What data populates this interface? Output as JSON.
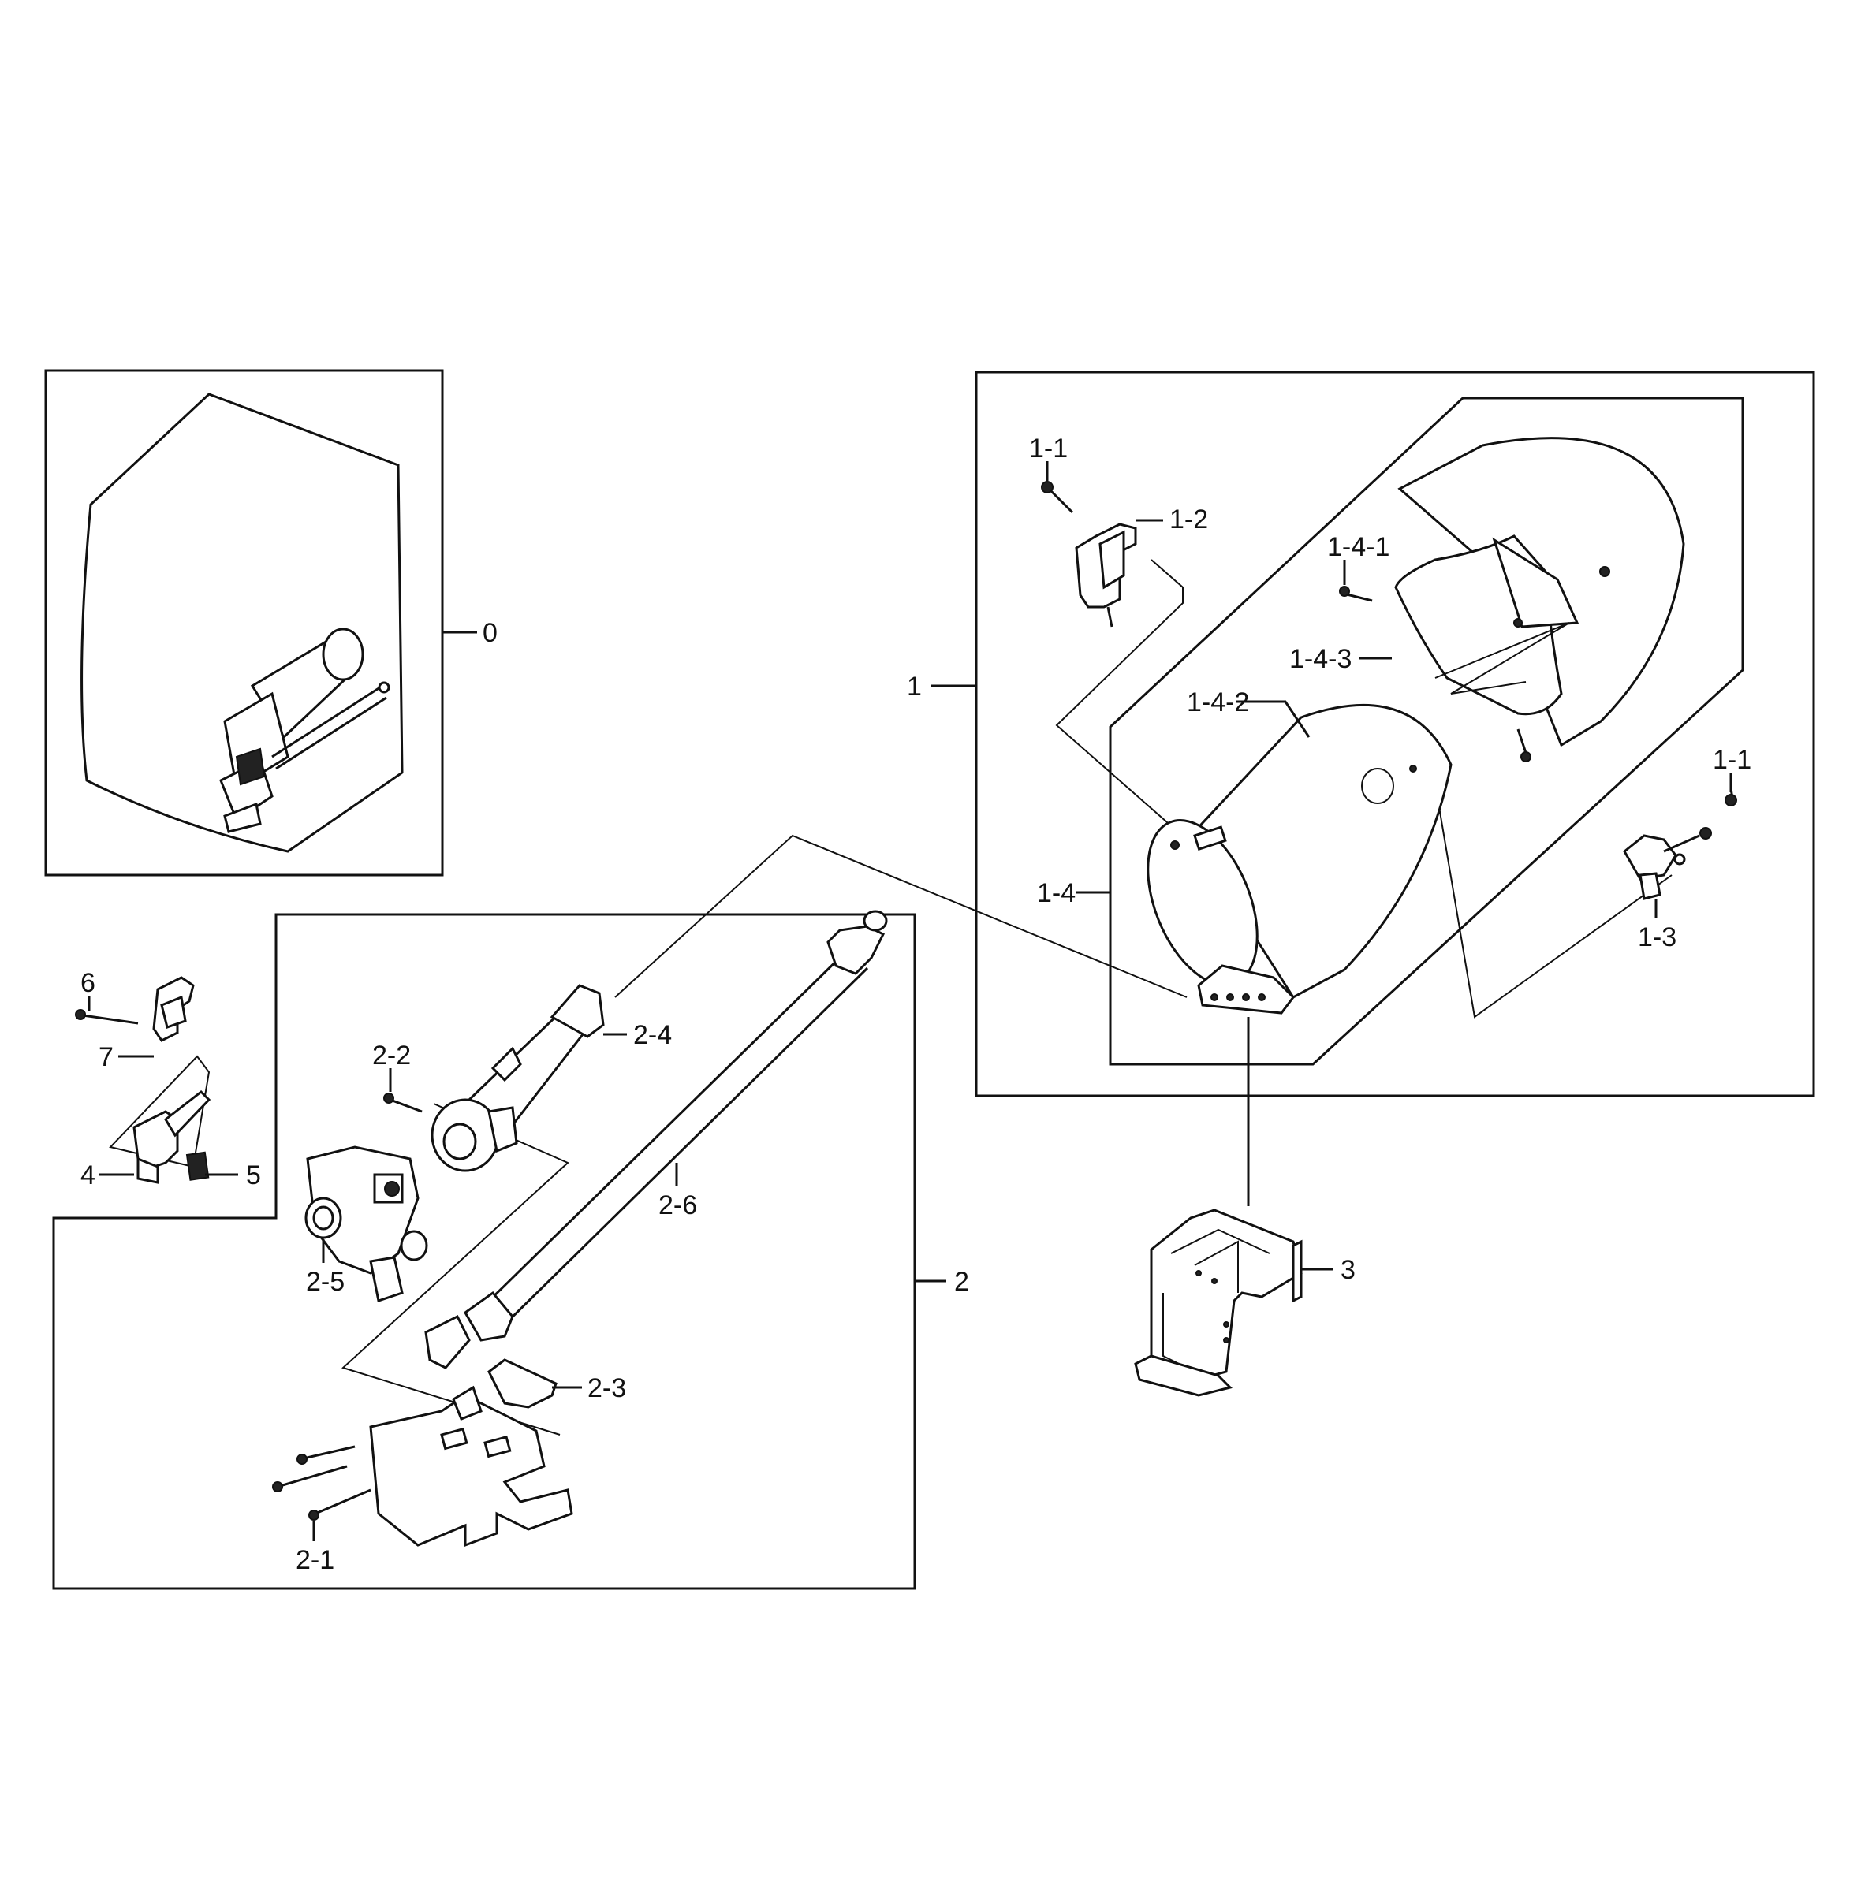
{
  "callouts": {
    "c0": "0",
    "c1": "1",
    "c1_1a": "1-1",
    "c1_1b": "1-1",
    "c1_2": "1-2",
    "c1_3": "1-3",
    "c1_4": "1-4",
    "c1_4_1": "1-4-1",
    "c1_4_2": "1-4-2",
    "c1_4_3": "1-4-3",
    "c2": "2",
    "c2_1": "2-1",
    "c2_2": "2-2",
    "c2_3": "2-3",
    "c2_4": "2-4",
    "c2_5": "2-5",
    "c2_6": "2-6",
    "c3": "3",
    "c4": "4",
    "c5": "5",
    "c6": "6",
    "c7": "7"
  }
}
